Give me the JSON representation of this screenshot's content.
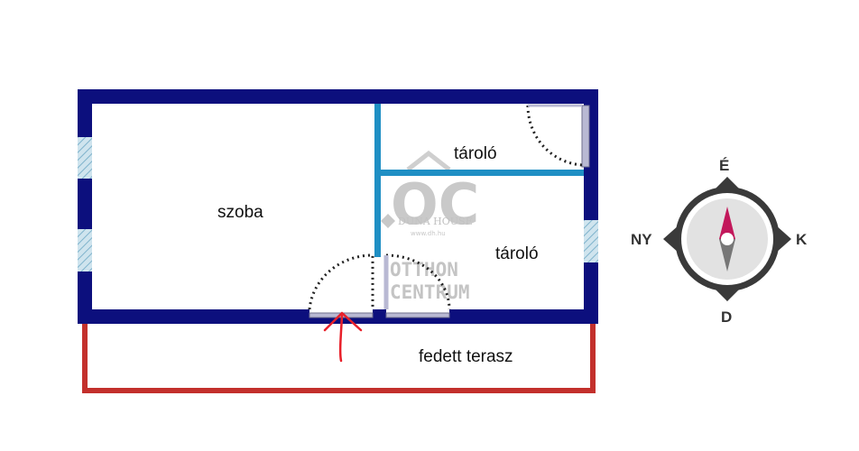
{
  "rooms": {
    "szoba": "szoba",
    "taroló_top": "tároló",
    "taroló_bottom": "tároló",
    "terrace": "fedett terasz"
  },
  "compass": {
    "north": "É",
    "east": "K",
    "south": "D",
    "west": "NY"
  },
  "watermark": {
    "logo": "OC",
    "brand": "DUNA HOUSE",
    "url": "www.dh.hu",
    "line1": "OTTHON",
    "line2": "CENTRUM"
  },
  "colors": {
    "outer_wall": "#0c0f7d",
    "inner_wall": "#1f8fc4",
    "terrace_line": "#c3302c",
    "window": "#9ec4d6",
    "door_threshold": "#b9b9d3",
    "arrow": "#e8202a",
    "compass_dark": "#3a3a3a",
    "compass_needle_north": "#c2185b"
  }
}
